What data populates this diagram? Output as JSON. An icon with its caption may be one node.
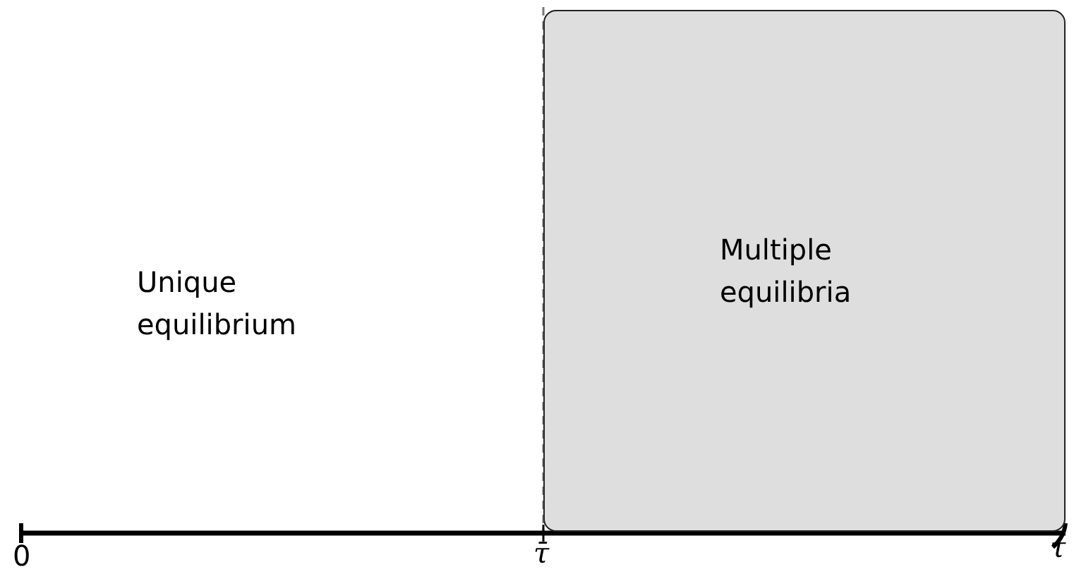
{
  "diagram": {
    "nodes": [
      {
        "text": [
          "Multiple equilibria"
        ]
      }
    ],
    "labels": [
      "Unique equilibrium",
      "0",
      "τ̄",
      "τ"
    ]
  }
}
